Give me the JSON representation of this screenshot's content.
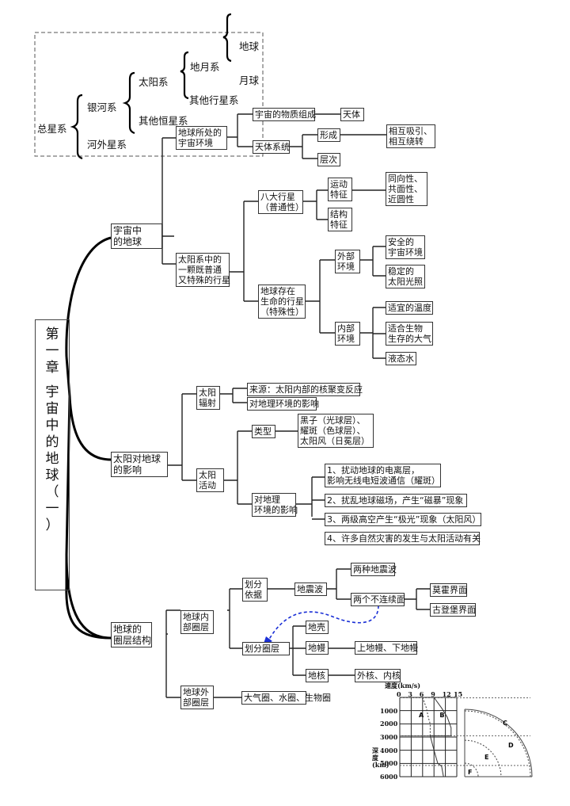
{
  "universe_hierarchy": {
    "root": "总星系",
    "galaxy": "银河系",
    "extragalactic": "河外星系",
    "solar_system": "太阳系",
    "other_stars": "其他恒星系",
    "earth_moon": "地月系",
    "other_planets": "其他行星系",
    "earth": "地球",
    "moon": "月球"
  },
  "chapter_title": [
    "第",
    "一",
    "章",
    "",
    "宇",
    "宙",
    "中",
    "的",
    "地",
    "球",
    "（",
    "一",
    "）"
  ],
  "branch1": {
    "label": "宇宙中\n的地球",
    "env": "地球所处的\n宇宙环境",
    "matter": "宇宙的物质组成",
    "celestial_body": "天体",
    "system": "天体系统",
    "formation": "形成",
    "formation_detail": "相互吸引、\n相互绕转",
    "levels": "层次",
    "special_planet": "太阳系中的\n一颗既普通\n又特殊的行星",
    "eight_planets": "八大行星\n（普通性）",
    "motion": "运动\n特征",
    "motion_detail": "同向性、\n共面性、\n近圆性",
    "structure": "结构\n特征",
    "life_planet": "地球存在\n生命的行星\n（特殊性）",
    "external": "外部\n环境",
    "safe_env": "安全的\n宇宙环境",
    "stable_sun": "稳定的\n太阳光照",
    "internal": "内部\n环境",
    "temperature": "适宜的温度",
    "atmosphere": "适合生物\n生存的大气",
    "water": "液态水"
  },
  "branch2": {
    "label": "太阳对地球\n的影响",
    "radiation": "太阳\n辐射",
    "source": "来源：太阳内部的核聚变反应",
    "env_effect": "对地理环境的影响",
    "activity": "太阳\n活动",
    "types": "类型",
    "types_detail": "黑子（光球层）、\n耀斑（色球层）、\n太阳风（日冕层）",
    "geo_effect": "对地理\n环境的影响",
    "effect1": "1、扰动地球的电离层，\n影响无线电短波通信（耀斑）",
    "effect2": "2、扰乱地球磁场，产生“磁暴”现象",
    "effect3": "3、两级高空产生“极光”现象（太阳风）",
    "effect4": "4、许多自然灾害的发生与太阳活动有关"
  },
  "branch3": {
    "label": "地球的\n圈层结构",
    "inner": "地球内\n部圈层",
    "basis": "划分\n依据",
    "seismic": "地震波",
    "two_waves": "两种地震波",
    "two_disc": "两个不连续面",
    "moho": "莫霍界面",
    "gutenberg": "古登堡界面",
    "division": "划分圈层",
    "crust": "地壳",
    "mantle": "地幔",
    "mantle_detail": "上地幔、下地幔",
    "core": "地核",
    "core_detail": "外核、内核",
    "outer": "地球外\n部圈层",
    "outer_detail": "大气圈、水圈、生物圈"
  },
  "chart_data": {
    "type": "line",
    "title": "",
    "xlabel": "速度(km/s)",
    "ylabel": "深度(km)",
    "x_ticks": [
      "0",
      "3",
      "6",
      "9",
      "12",
      "15"
    ],
    "y_ticks": [
      "1000",
      "2000",
      "3000",
      "4000",
      "5000",
      "6000"
    ],
    "xlim": [
      0,
      15
    ],
    "ylim": [
      0,
      6000
    ],
    "series": [
      {
        "name": "A",
        "points": [
          [
            6,
            0
          ],
          [
            7,
            800
          ],
          [
            7.5,
            1500
          ],
          [
            8,
            2000
          ],
          [
            8,
            2900
          ],
          [
            0,
            2900
          ]
        ]
      },
      {
        "name": "B",
        "points": [
          [
            9,
            0
          ],
          [
            11,
            800
          ],
          [
            12.5,
            1500
          ],
          [
            13.5,
            2300
          ],
          [
            13.5,
            2900
          ],
          [
            8,
            2900
          ],
          [
            9,
            4000
          ],
          [
            10,
            5000
          ],
          [
            11,
            5200
          ],
          [
            11.5,
            6000
          ]
        ]
      }
    ],
    "discontinuities_km": [
      33,
      2900,
      5150
    ],
    "cross_section_labels": [
      "C",
      "D",
      "E",
      "F"
    ],
    "curve_labels": [
      "A",
      "B"
    ]
  }
}
